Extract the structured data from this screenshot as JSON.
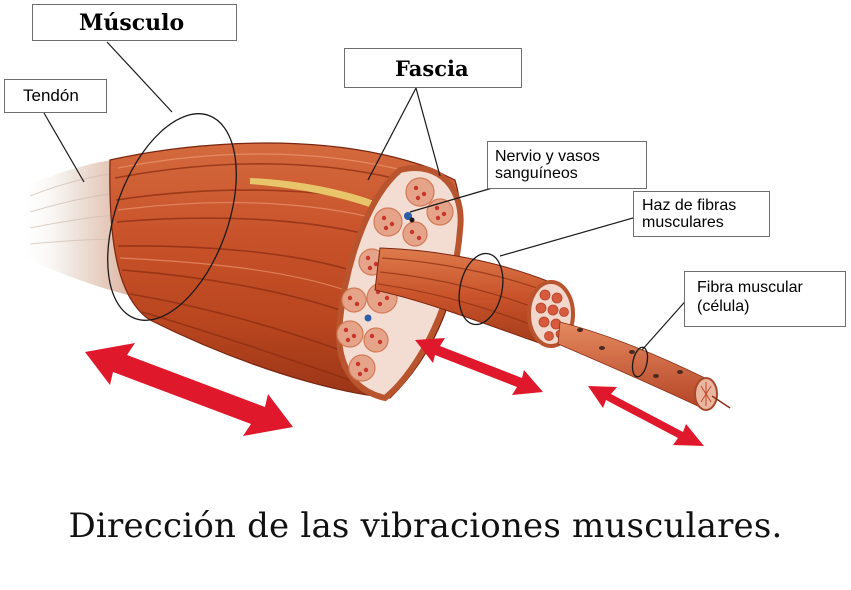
{
  "labels": {
    "musculo": "Músculo",
    "fascia": "Fascia",
    "tendon": "Tendón",
    "nervio": [
      "Nervio y vasos",
      "sanguíneos"
    ],
    "haz": [
      "Haz de fibras",
      "musculares"
    ],
    "fibra": [
      "Fibra muscular",
      "(célula)"
    ]
  },
  "caption": "Dirección de las vibraciones musculares.",
  "colors": {
    "muscle": "#c8522a",
    "muscle_dark": "#8f2c14",
    "muscle_light": "#e58a5c",
    "fascicle_fill": "#f4e8e3",
    "fiber": "#d0452e",
    "arrow": "#e0182c",
    "tendon": "#e9e4e0"
  },
  "icons": {
    "arrow": "double-headed-arrow-icon"
  }
}
